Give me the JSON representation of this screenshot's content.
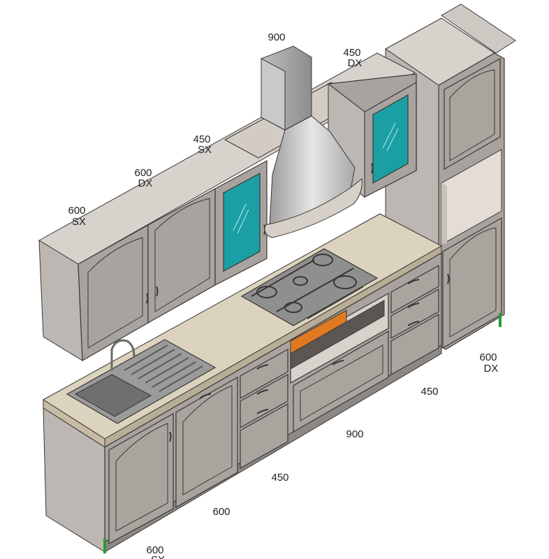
{
  "wall_units": [
    {
      "width": "600",
      "side": "SX"
    },
    {
      "width": "600",
      "side": "DX"
    },
    {
      "width": "450",
      "side": "SX"
    },
    {
      "width": "900",
      "side": ""
    },
    {
      "width": "450",
      "side": "DX"
    }
  ],
  "base_units": [
    {
      "width": "600",
      "side": "SX"
    },
    {
      "width": "600",
      "side": ""
    },
    {
      "width": "450",
      "side": ""
    },
    {
      "width": "900",
      "side": ""
    },
    {
      "width": "450",
      "side": ""
    },
    {
      "width": "600",
      "side": "DX"
    }
  ],
  "colors": {
    "cabinet_front": "#a9a39f",
    "cabinet_side": "#bdb7b3",
    "cabinet_top": "#d8d2cc",
    "countertop": "#dcd3bf",
    "countertop_edge": "#b8ad96",
    "glass": "#1aa0a4",
    "steel": "#b9b9b9",
    "outline": "#3a3633",
    "oven_accent": "#e07a22",
    "plinth_marker": "#2a9a3a"
  }
}
